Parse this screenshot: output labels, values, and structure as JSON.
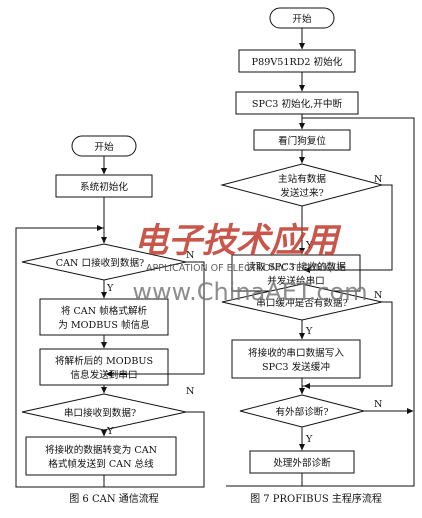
{
  "left_flow": {
    "start": "开始",
    "init": "系统初始化",
    "decision1": "CAN 口接收到数据?",
    "parse": [
      "将 CAN 帧格式解析",
      "为 MODBUS 帧信息"
    ],
    "send_serial": [
      "将解析后的 MODBUS",
      "信息发送到串口"
    ],
    "decision2": "串口接收到数据?",
    "convert": [
      "将接收的数据转变为 CAN",
      "格式帧发送到 CAN 总线"
    ],
    "yes": "Y",
    "no": "N",
    "caption": "图 6   CAN 通信流程"
  },
  "right_flow": {
    "start": "开始",
    "init1": "P89V51RD2 初始化",
    "init2": "SPC3 初始化,开中断",
    "watchdog": "看门狗复位",
    "decision1": [
      "主站有数据",
      "发送过来?"
    ],
    "read": [
      "读取 SPC3 接收的数据",
      "并发送给串口"
    ],
    "decision2": "串口缓冲是否有数据?",
    "write": [
      "将接收的串口数据写入",
      "SPC3 发送缓冲"
    ],
    "decision3": "有外部诊断?",
    "diag": "处理外部诊断",
    "yes": "Y",
    "no": "N",
    "caption": "图 7   PROFIBUS 主程序流程"
  },
  "watermark": {
    "title": "电子技术应用",
    "subtitle": "APPLICATION OF ELECTRONIC TECHNIQUE",
    "url": "www.ChinaAET.com",
    "color": "#c0392b"
  }
}
